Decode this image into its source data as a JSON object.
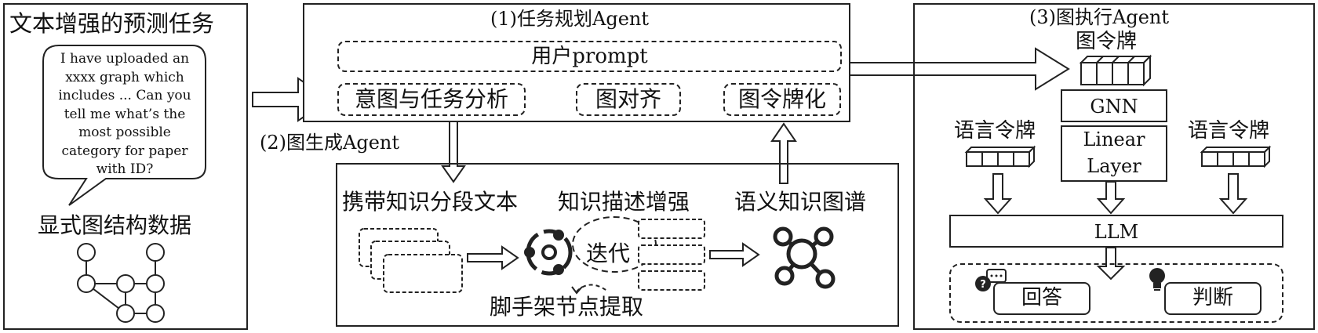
{
  "left_panel": {
    "title": "文本增强的预测任务",
    "bubble_lines": [
      "I have uploaded an",
      "xxxx graph which",
      "includes ... Can you",
      "tell me what’s the",
      "most possible",
      "category for paper",
      "with ID?"
    ],
    "graph_label": "显式图结构数据"
  },
  "agent1": {
    "title": "(1)任务规划Agent",
    "prompt": "用户prompt",
    "step1": "意图与任务分析",
    "step2": "图对齐",
    "step3": "图令牌化"
  },
  "agent2": {
    "title": "(2)图生成Agent",
    "col1": "携带知识分段文本",
    "col2": "知识描述增强",
    "col3": "语义知识图谱",
    "iterate": "迭代",
    "scaffold": "脚手架节点提取"
  },
  "agent3": {
    "title": "(3)图执行Agent",
    "graph_token": "图令牌",
    "gnn": "GNN",
    "linear": "Linear",
    "layer": "Layer",
    "lang_token_left": "语言令牌",
    "lang_token_right": "语言令牌",
    "llm": "LLM",
    "answer": "回答",
    "judge": "判断"
  }
}
